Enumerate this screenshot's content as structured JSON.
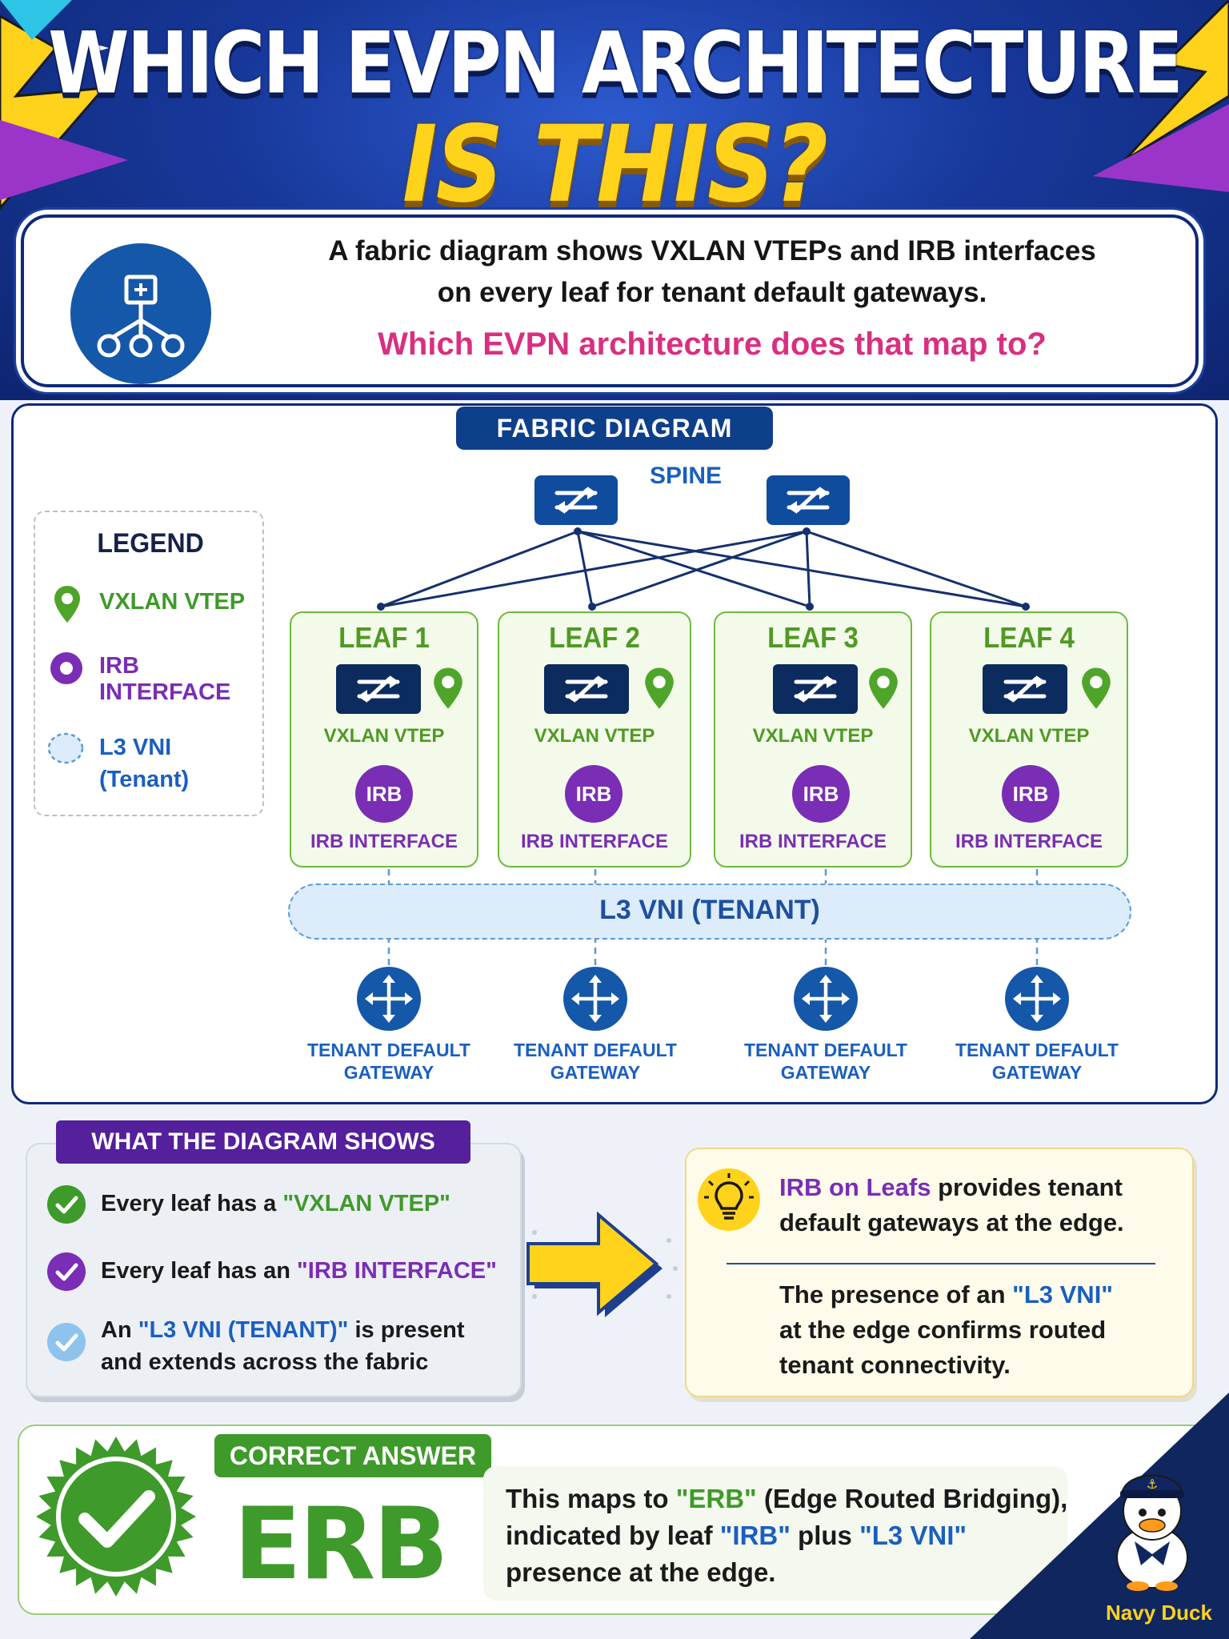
{
  "header": {
    "title_line1": "WHICH EVPN ARCHITECTURE",
    "title_line2": "IS THIS?"
  },
  "question": {
    "line1": "A fabric diagram shows VXLAN VTEPs and IRB interfaces",
    "line2": "on every leaf for tenant default gateways.",
    "line3": "Which EVPN architecture does that map to?"
  },
  "fabric": {
    "title": "FABRIC DIAGRAM",
    "spine_label": "SPINE",
    "legend": {
      "title": "LEGEND",
      "items": [
        {
          "label": "VXLAN VTEP"
        },
        {
          "label": "IRB INTERFACE"
        },
        {
          "label": "L3 VNI"
        },
        {
          "label": "(Tenant)"
        }
      ]
    },
    "leaves": [
      {
        "name": "LEAF 1",
        "vtep_label": "VXLAN VTEP",
        "irb_badge": "IRB",
        "irb_label": "IRB INTERFACE"
      },
      {
        "name": "LEAF 2",
        "vtep_label": "VXLAN VTEP",
        "irb_badge": "IRB",
        "irb_label": "IRB INTERFACE"
      },
      {
        "name": "LEAF 3",
        "vtep_label": "VXLAN VTEP",
        "irb_badge": "IRB",
        "irb_label": "IRB INTERFACE"
      },
      {
        "name": "LEAF 4",
        "vtep_label": "VXLAN VTEP",
        "irb_badge": "IRB",
        "irb_label": "IRB INTERFACE"
      }
    ],
    "vni_label": "L3 VNI (TENANT)",
    "gateways": [
      {
        "line1": "TENANT DEFAULT",
        "line2": "GATEWAY"
      },
      {
        "line1": "TENANT DEFAULT",
        "line2": "GATEWAY"
      },
      {
        "line1": "TENANT DEFAULT",
        "line2": "GATEWAY"
      },
      {
        "line1": "TENANT DEFAULT",
        "line2": "GATEWAY"
      }
    ]
  },
  "shows": {
    "title": "WHAT THE DIAGRAM SHOWS",
    "rows": [
      {
        "pre": "Every leaf has a ",
        "hl": "\"VXLAN VTEP\"",
        "post": ""
      },
      {
        "pre": "Every leaf has an ",
        "hl": "\"IRB INTERFACE\"",
        "post": ""
      },
      {
        "pre": "An ",
        "hl": "\"L3 VNI (TENANT)\"",
        "post": " is present",
        "line2": "and extends across the fabric"
      }
    ]
  },
  "insight": {
    "p1_hl": "IRB on Leafs",
    "p1_rest": " provides tenant",
    "p1_line2": "default gateways at the edge.",
    "p2_pre": "The presence of an ",
    "p2_hl": "\"L3 VNI\"",
    "p2_line2": "at the edge confirms routed",
    "p2_line3": "tenant connectivity."
  },
  "answer": {
    "tag": "CORRECT ANSWER",
    "value": "ERB",
    "l1_pre": "This maps to ",
    "l1_hl": "\"ERB\"",
    "l1_post": " (Edge Routed Bridging),",
    "l2_pre": "indicated by leaf ",
    "l2_hl1": "\"IRB\"",
    "l2_mid": " plus ",
    "l2_hl2": "\"L3 VNI\"",
    "l3": "presence at the edge."
  },
  "brand": "Navy Duck",
  "colors": {
    "header_blue": "#17389a",
    "title_yellow": "#ffd21c",
    "question_pink": "#d92f80",
    "leaf_green": "#4f9a23",
    "irb_purple": "#7a2db5",
    "vni_blue": "#1a5fc0",
    "answer_green": "#3e9a2a"
  }
}
